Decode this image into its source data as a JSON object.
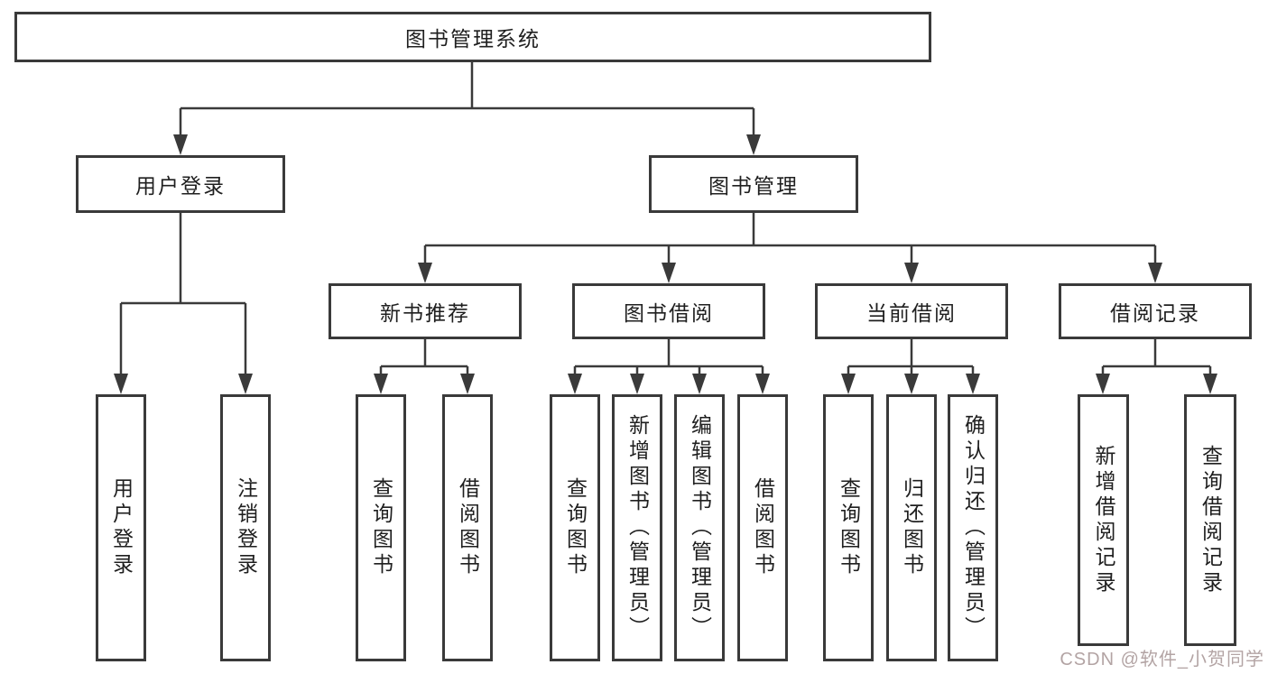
{
  "diagram": {
    "root_label": "图书管理系统",
    "level2": [
      {
        "label": "用户登录"
      },
      {
        "label": "图书管理"
      }
    ],
    "level3": [
      {
        "label": "新书推荐",
        "parent": "图书管理"
      },
      {
        "label": "图书借阅",
        "parent": "图书管理"
      },
      {
        "label": "当前借阅",
        "parent": "图书管理"
      },
      {
        "label": "借阅记录",
        "parent": "图书管理"
      }
    ],
    "leaves": [
      {
        "label": "用户登录",
        "parent": "用户登录"
      },
      {
        "label": "注销登录",
        "parent": "用户登录"
      },
      {
        "label": "查询图书",
        "parent": "新书推荐"
      },
      {
        "label": "借阅图书",
        "parent": "新书推荐"
      },
      {
        "label": "查询图书",
        "parent": "图书借阅"
      },
      {
        "label": "新增图书（管理员）",
        "parent": "图书借阅"
      },
      {
        "label": "编辑图书（管理员）",
        "parent": "图书借阅"
      },
      {
        "label": "借阅图书",
        "parent": "图书借阅"
      },
      {
        "label": "查询图书",
        "parent": "当前借阅"
      },
      {
        "label": "归还图书",
        "parent": "当前借阅"
      },
      {
        "label": "确认归还（管理员）",
        "parent": "当前借阅"
      },
      {
        "label": "新增借阅记录",
        "parent": "借阅记录"
      },
      {
        "label": "查询借阅记录",
        "parent": "借阅记录"
      }
    ]
  },
  "watermark": {
    "text": "CSDN @软件_小贺同学"
  },
  "colors": {
    "line": "#3a3a3a",
    "text": "#1f1f1f",
    "watermark": "#b3a4a4",
    "background": "#ffffff"
  }
}
